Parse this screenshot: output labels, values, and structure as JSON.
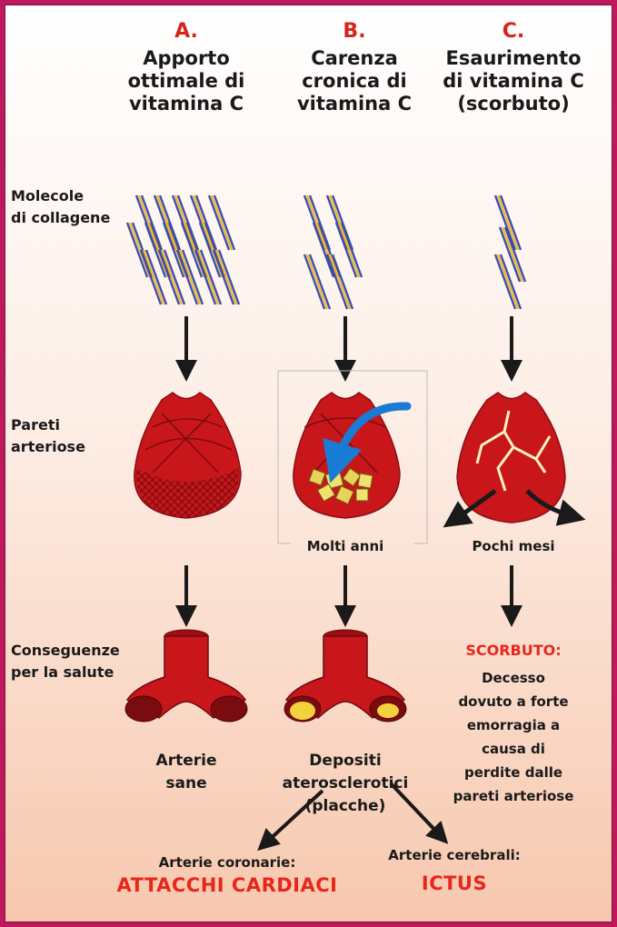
{
  "columns": [
    {
      "letter": "A.",
      "heading": "Apporto\nottimale di\nvitamina C"
    },
    {
      "letter": "B.",
      "heading": "Carenza\ncronica di\nvitamina C"
    },
    {
      "letter": "C.",
      "heading": "Esaurimento\ndi vitamina C\n(scorbuto)"
    }
  ],
  "rows": {
    "collagen": "Molecole\ndi collagene",
    "walls": "Pareti\narteriose",
    "consequences": "Conseguenze\nper la salute"
  },
  "timing": {
    "b": "Molti anni",
    "c": "Pochi mesi"
  },
  "outcomes": {
    "a": "Arterie\nsane",
    "b": "Depositi\naterosclerotici\n(placche)",
    "c_title": "SCORBUTO:",
    "c_body": "Decesso\ndovuto a forte\nemorragia a\ncausa di\nperdite dalle\npareti arteriose"
  },
  "targets": {
    "coronary_label": "Arterie coronarie:",
    "coronary_result": "ATTACCHI CARDIACI",
    "cerebral_label": "Arterie cerebrali:",
    "cerebral_result": "ICTUS"
  },
  "colors": {
    "frame": "#c0185f",
    "accent_red": "#e8271c",
    "artery_red": "#c8161b",
    "collagen_blue": "#3b4fa8",
    "collagen_yellow": "#f2b630",
    "arrow_blue": "#1a7bd4"
  }
}
